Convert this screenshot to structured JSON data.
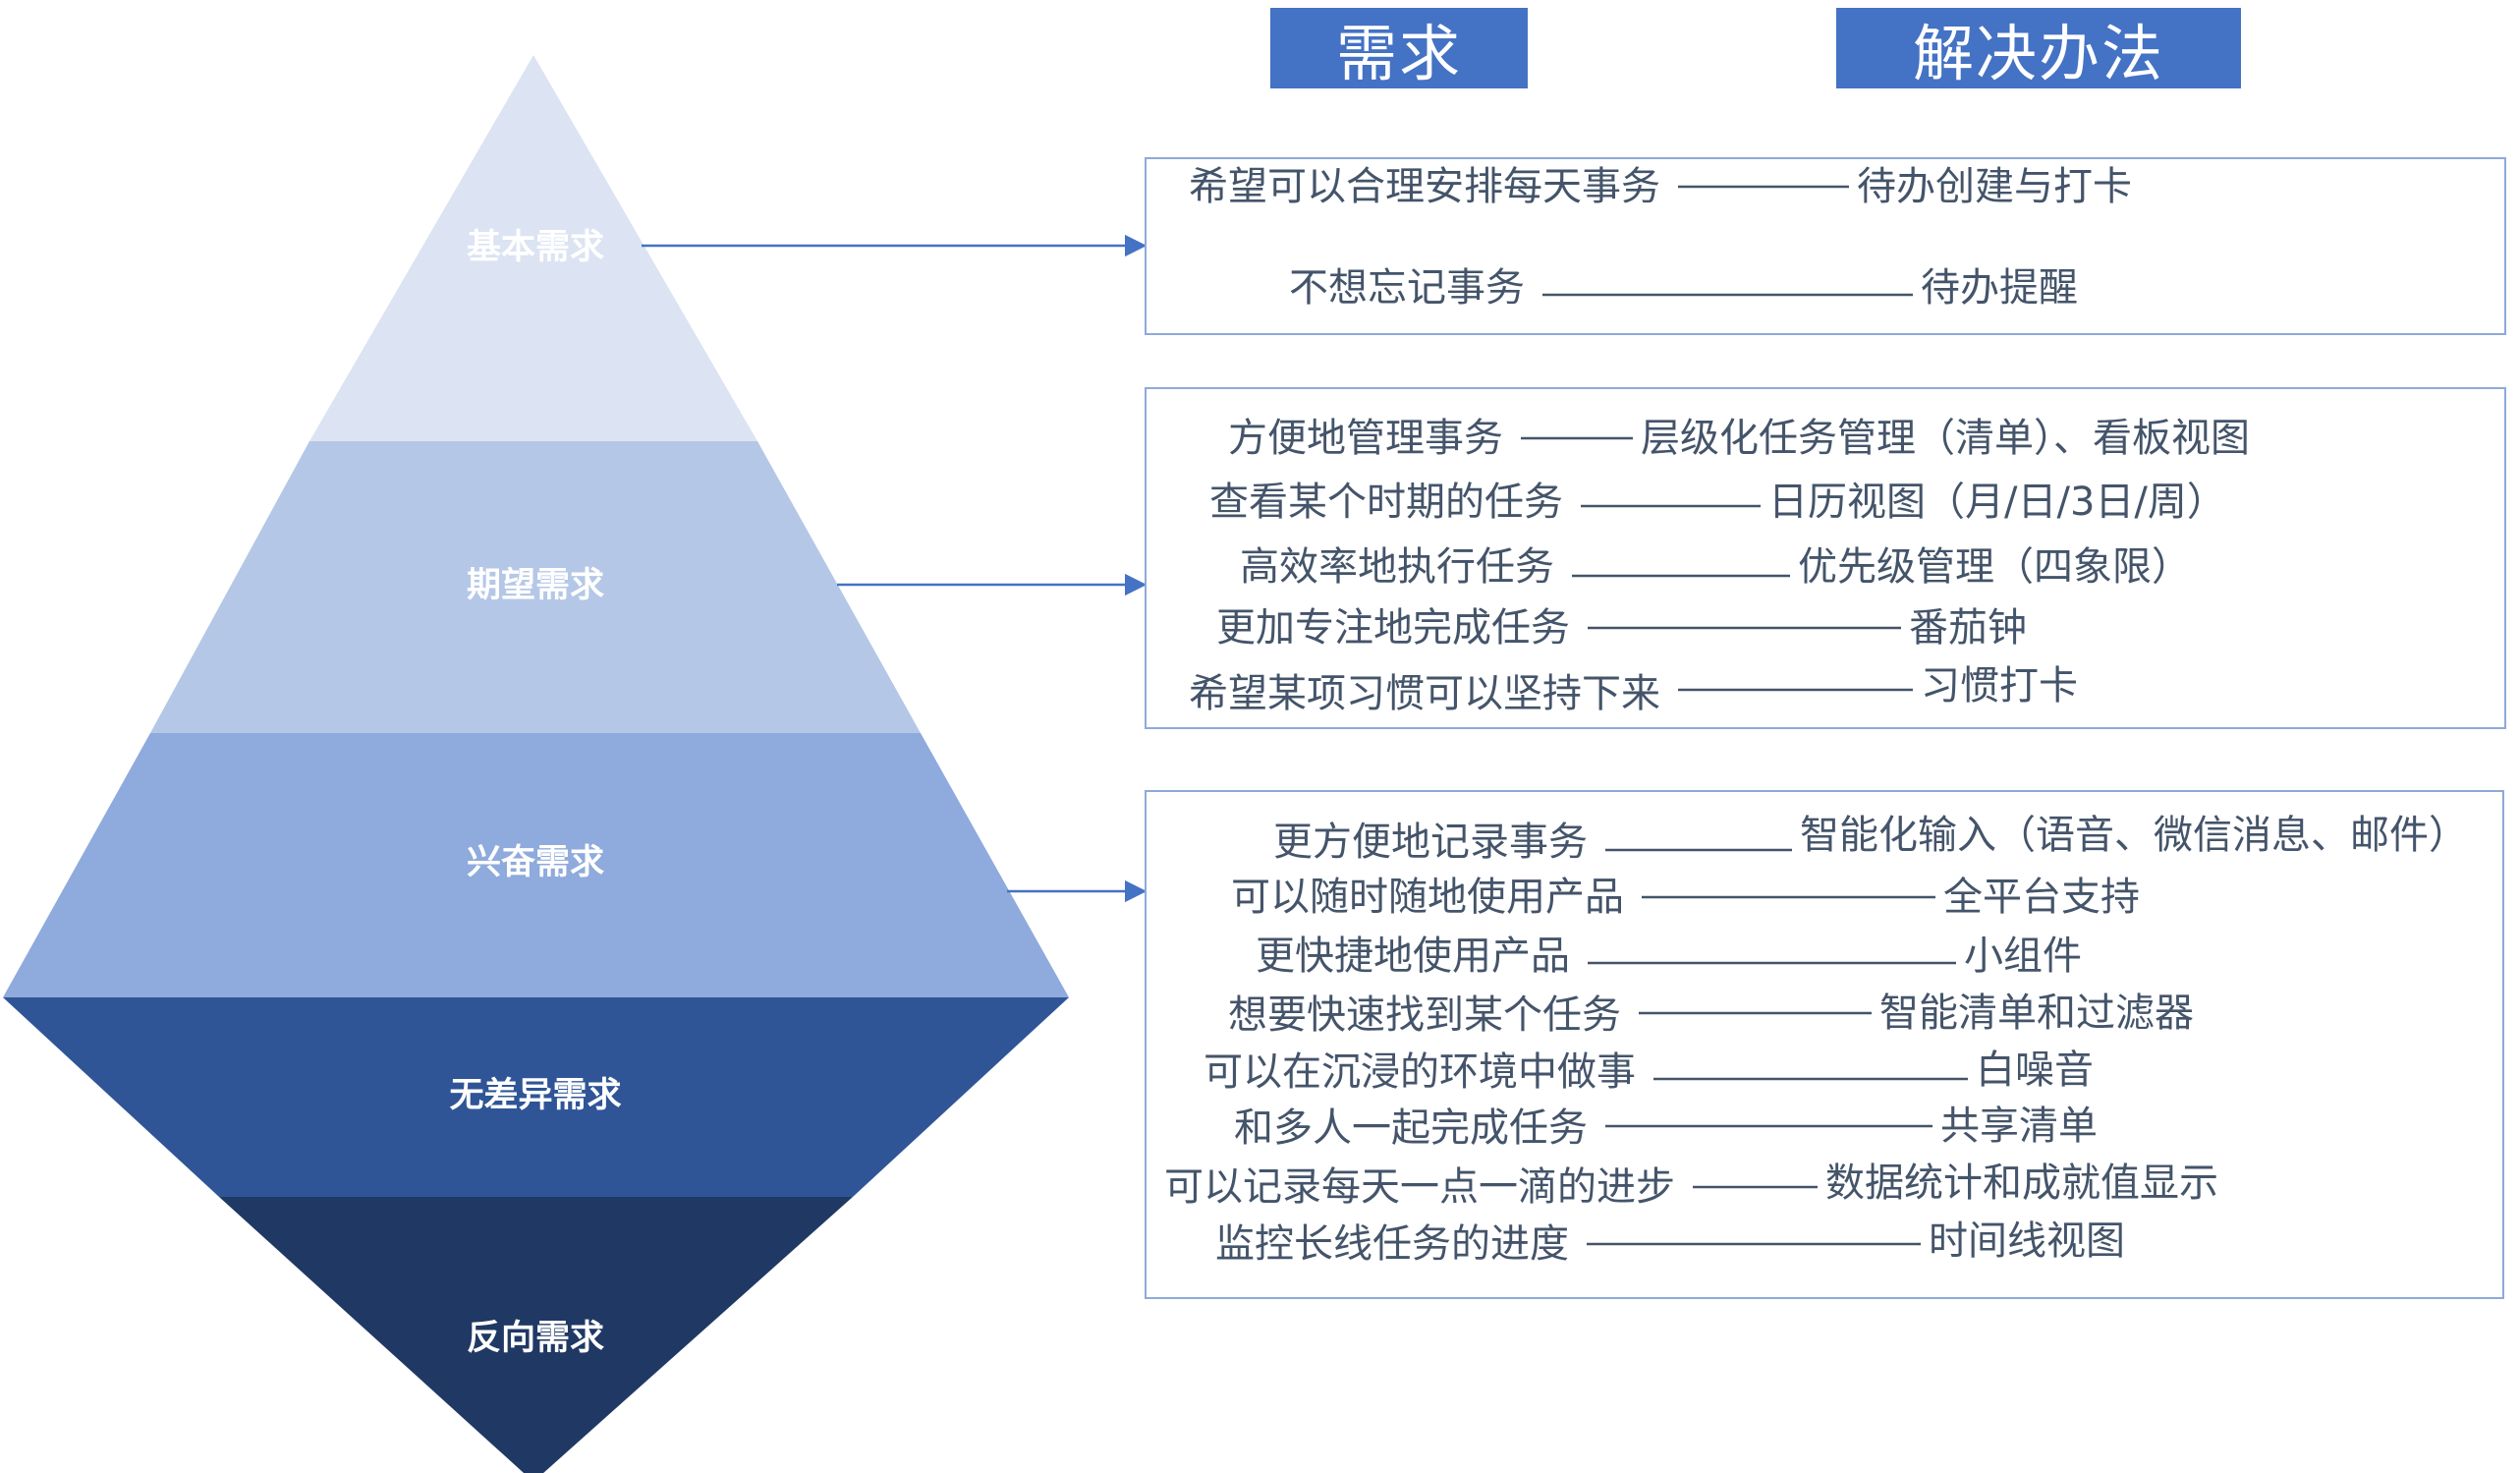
{
  "headers": {
    "need": "需求",
    "solution": "解决办法"
  },
  "tiers": [
    {
      "label": "基本需求",
      "color": "#DCE3F2"
    },
    {
      "label": "期望需求",
      "color": "#B4C7E7"
    },
    {
      "label": "兴奋需求",
      "color": "#8FAADC"
    },
    {
      "label": "无差异需求",
      "color": "#2F5597"
    },
    {
      "label": "反向需求",
      "color": "#203864"
    }
  ],
  "groups": [
    {
      "rows": [
        {
          "need": "希望可以合理安排每天事务",
          "solution": "待办创建与打卡"
        },
        {
          "need": "不想忘记事务",
          "solution": "待办提醒"
        }
      ]
    },
    {
      "rows": [
        {
          "need": "方便地管理事务",
          "solution": "层级化任务管理（清单）、看板视图"
        },
        {
          "need": "查看某个时期的任务",
          "solution": "日历视图（月/日/3日/周）"
        },
        {
          "need": "高效率地执行任务",
          "solution": "优先级管理（四象限）"
        },
        {
          "need": "更加专注地完成任务",
          "solution": "番茄钟"
        },
        {
          "need": "希望某项习惯可以坚持下来",
          "solution": "习惯打卡"
        }
      ]
    },
    {
      "rows": [
        {
          "need": "更方便地记录事务",
          "solution": "智能化输入（语音、微信消息、邮件）"
        },
        {
          "need": "可以随时随地使用产品",
          "solution": "全平台支持"
        },
        {
          "need": "更快捷地使用产品",
          "solution": "小组件"
        },
        {
          "need": "想要快速找到某个任务",
          "solution": "智能清单和过滤器"
        },
        {
          "need": "可以在沉浸的环境中做事",
          "solution": "白噪音"
        },
        {
          "need": "和多人一起完成任务",
          "solution": "共享清单"
        },
        {
          "need": "可以记录每天一点一滴的进步",
          "solution": "数据统计和成就值显示"
        },
        {
          "need": "监控长线任务的进度",
          "solution": "时间线视图"
        }
      ]
    }
  ],
  "colors": {
    "header": "#4472C4",
    "box_border": "#8EA9DB",
    "text": "#44546A",
    "connector": "#4472C4"
  }
}
